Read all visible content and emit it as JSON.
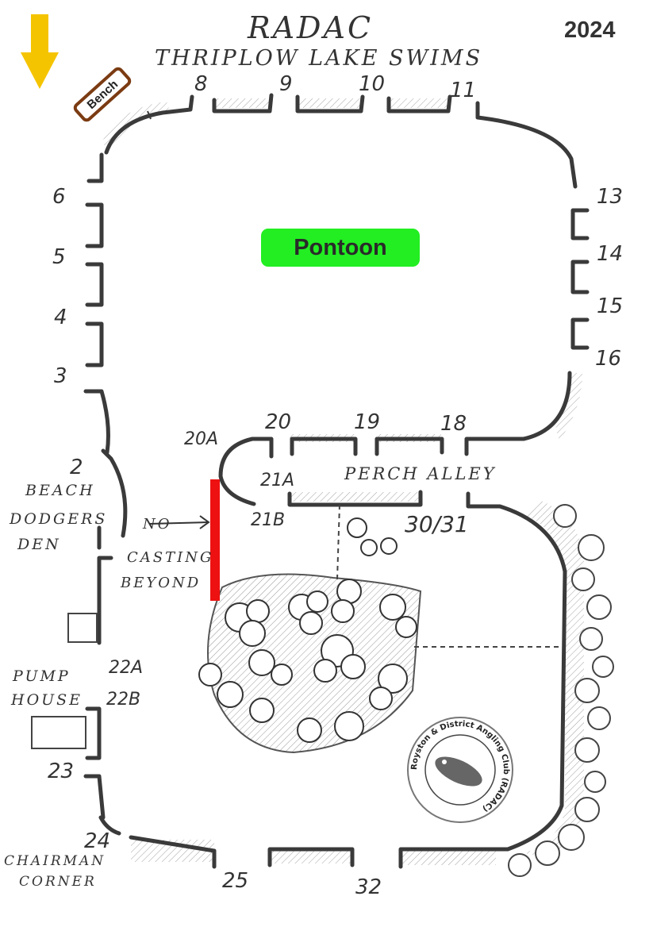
{
  "header": {
    "club": "RADAC",
    "subtitle": "THRIPLOW LAKE SWIMS",
    "year": "2024"
  },
  "badges": {
    "pontoon": "Pontoon",
    "bench": "Bench"
  },
  "swims": {
    "s8": "8",
    "s9": "9",
    "s10": "10",
    "s11": "11",
    "s13": "13",
    "s14": "14",
    "s15": "15",
    "s16": "16",
    "s6": "6",
    "s5": "5",
    "s4": "4",
    "s3": "3",
    "s2": "2",
    "s20a": "20A",
    "s20": "20",
    "s19": "19",
    "s18": "18",
    "s21a": "21A",
    "s21b": "21B",
    "s3031": "30/31",
    "s22a": "22A",
    "s22b": "22B",
    "s23": "23",
    "s24": "24",
    "s25": "25",
    "s32": "32"
  },
  "areas": {
    "perch_alley": "PERCH ALLEY",
    "beach_dodgers_1": "BEACH",
    "beach_dodgers_2": "DODGERS",
    "beach_dodgers_3": "DEN",
    "no_casting_1": "NO",
    "no_casting_2": "CASTING",
    "no_casting_3": "BEYOND",
    "pump_house_1": "PUMP",
    "pump_house_2": "HOUSE",
    "chairman_1": "CHAIRMAN",
    "chairman_2": "CORNER"
  },
  "logo": {
    "text": "Royston & District Angling Club (RADAC)"
  },
  "colors": {
    "pontoon": "#22ee22",
    "no_casting_line": "#ee1111",
    "arrow": "#f5c400",
    "bench_border": "#7b3b12"
  }
}
